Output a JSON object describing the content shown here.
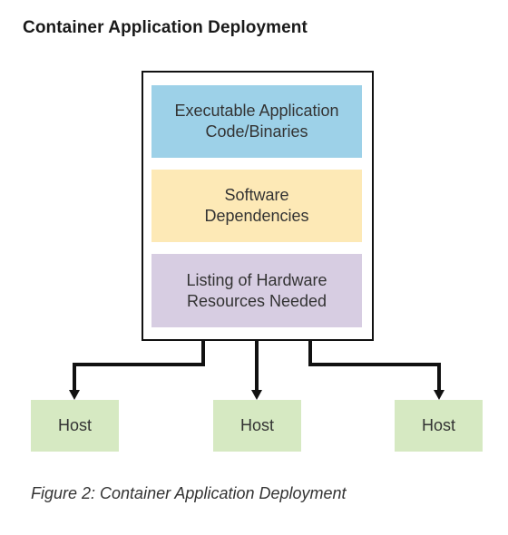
{
  "title": "Container Application Deployment",
  "container": {
    "layers": [
      {
        "line1": "Executable Application",
        "line2": "Code/Binaries",
        "color": "#9dd1e8"
      },
      {
        "line1": "Software",
        "line2": "Dependencies",
        "color": "#fde9b6"
      },
      {
        "line1": "Listing of Hardware",
        "line2": "Resources Needed",
        "color": "#d7cde2"
      }
    ]
  },
  "hosts": [
    {
      "label": "Host",
      "color": "#d6e9c2"
    },
    {
      "label": "Host",
      "color": "#d6e9c2"
    },
    {
      "label": "Host",
      "color": "#d6e9c2"
    }
  ],
  "caption": "Figure 2: Container Application Deployment"
}
